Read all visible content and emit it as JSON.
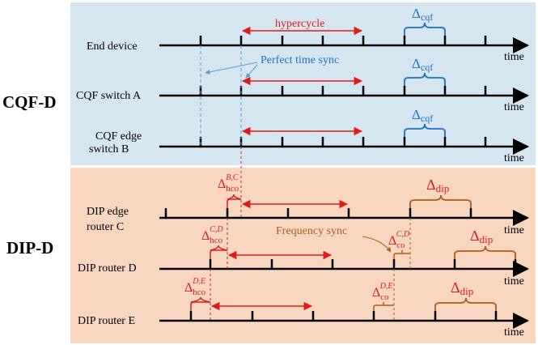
{
  "sections": {
    "cqf": {
      "label": "CQF-D",
      "bg": "#d6e6f1"
    },
    "dip": {
      "label": "DIP-D",
      "bg": "#f9d6c0"
    }
  },
  "colors": {
    "axis": "#000000",
    "cqf_accent": "#1f6fc6",
    "hyper": "#e01b1b",
    "dip_accent": "#b35a12"
  },
  "rows": {
    "end_device": {
      "label_lines": [
        "End device"
      ],
      "axis_label": "time"
    },
    "cqf_switch_a": {
      "label_lines": [
        "CQF switch A"
      ],
      "axis_label": "time"
    },
    "cqf_edge_b": {
      "label_lines": [
        "CQF edge",
        "switch B"
      ],
      "axis_label": "time"
    },
    "dip_edge_c": {
      "label_lines": [
        "DIP edge",
        "router C"
      ],
      "axis_label": "time"
    },
    "dip_router_d": {
      "label_lines": [
        "DIP router D"
      ],
      "axis_label": "time"
    },
    "dip_router_e": {
      "label_lines": [
        "DIP router E"
      ],
      "axis_label": "time"
    }
  },
  "annotations": {
    "hypercycle": "hypercycle",
    "perfect_sync": "Perfect time sync",
    "frequency_sync": "Frequency sync",
    "delta": "Δ",
    "cqf_sub": "cqf",
    "dip_sub": "dip",
    "hco_sub": "hco",
    "co_sub": "co",
    "sup_bc": "B,C",
    "sup_cd": "C,D",
    "sup_de": "D,E"
  }
}
